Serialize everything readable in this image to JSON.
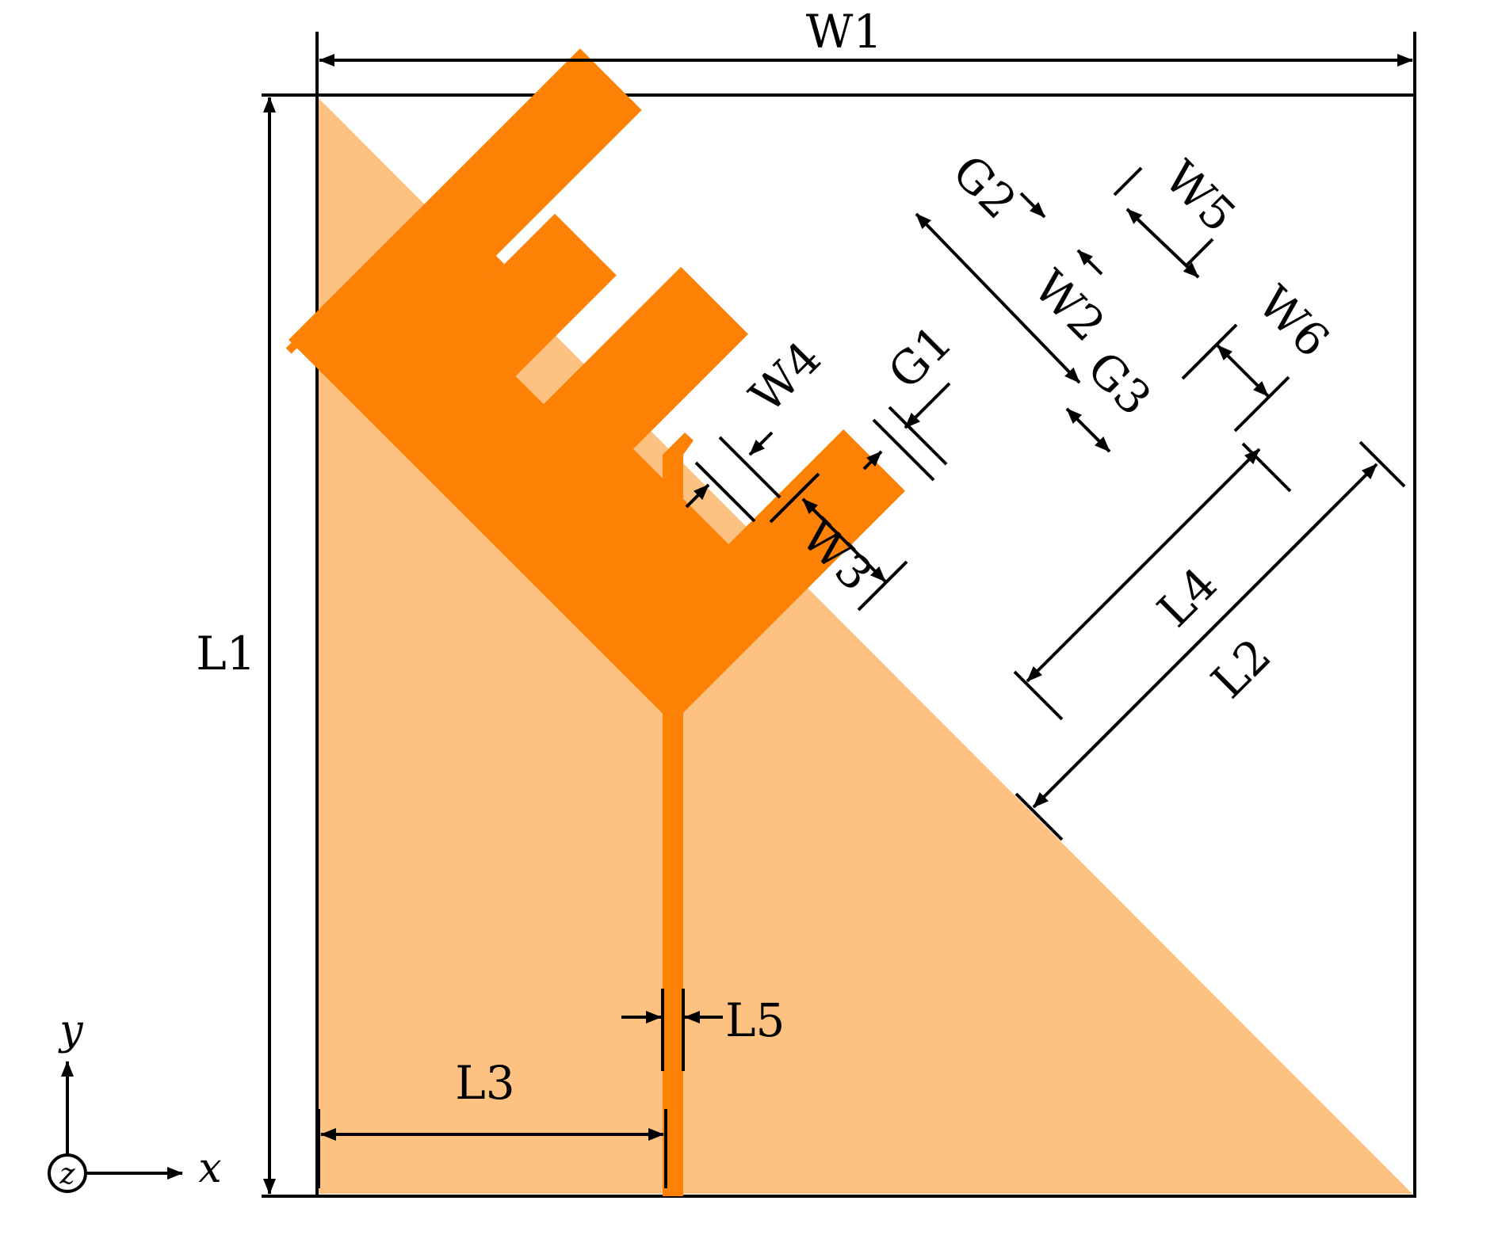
{
  "colors": {
    "ground": "#fdc281",
    "patch": "#fd8104",
    "line": "#000000",
    "background": "#ffffff"
  },
  "labels": {
    "W1": "W1",
    "L1": "L1",
    "L2": "L2",
    "L3": "L3",
    "L4": "L4",
    "L5": "L5",
    "W2": "W2",
    "W3": "W3",
    "W4": "W4",
    "W5": "W5",
    "W6": "W6",
    "G1": "G1",
    "G2": "G2",
    "G3": "G3"
  },
  "axes": {
    "x": "x",
    "y": "y",
    "z": "z"
  }
}
